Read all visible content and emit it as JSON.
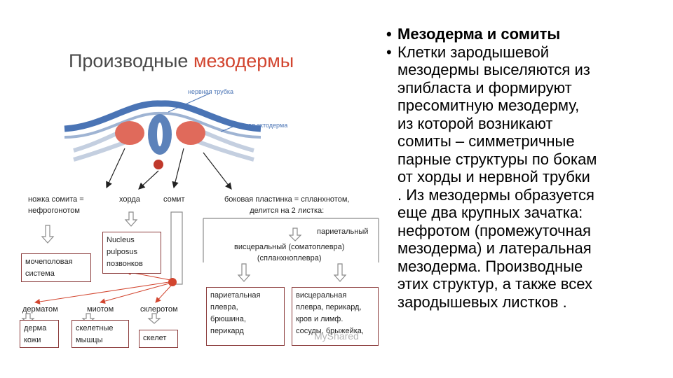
{
  "diagram": {
    "title_part1": "Производные ",
    "title_part2": "мезодермы",
    "label_neural_tube": "нервная трубка",
    "label_ectoderm": "кожная эктодерма",
    "label_somite_stalk_l1": "ножка сомита =",
    "label_somite_stalk_l2": "нефрогонотом",
    "label_notochord": "хорда",
    "label_somite": "сомит",
    "label_lateral_plate_l1": "боковая пластинка = спланхнотом,",
    "label_lateral_plate_l2": "делится на 2 листка:",
    "label_parietal": "париетальный",
    "label_visceral_l1": "висцеральный (соматоплевра)",
    "label_visceral_l2": "(спланхноплевра)",
    "box_genital": [
      "мочеполовая",
      "система"
    ],
    "box_nucleus": [
      "Nucleus",
      "pulposus",
      "позвонков"
    ],
    "label_dermatome": "дерматом",
    "label_myotome": "миотом",
    "label_sclerotome": "склеротом",
    "box_derma": [
      "дерма",
      "кожи"
    ],
    "box_muscle": [
      "скелетные",
      "мышцы"
    ],
    "box_skeleton": [
      "скелет"
    ],
    "box_parietal": [
      "париетальная",
      "плевра,",
      "брюшина,",
      "перикард"
    ],
    "box_visceral": [
      "висцеральная",
      "плевра, перикард,",
      "кров  и лимф.",
      "сосуды,  брыжейка,"
    ],
    "colors": {
      "accent_red": "#d2452f",
      "blue": "#4a74b5",
      "box_border": "#8b3b3b"
    }
  },
  "text": {
    "heading": "Мезодерма и сомиты",
    "body": "Клетки зародышевой мезодермы выселяются из эпибласта и формируют пресомитную мезодерму, из которой возникают сомиты – симметричные парные структуры по бокам от хорды и нервной трубки . Из мезодермы образуется еще два крупных зачатка: нефротом (промежуточная мезодерма) и латеральная мезодерма. Производные этих структур, а также всех зародышевых листков .",
    "body_lines": [
      "Клетки зародышевой",
      "мезодермы выселяются из",
      "эпибласта и формируют",
      "пресомитную мезодерму,",
      "из которой возникают",
      "сомиты – симметричные",
      "парные структуры по бокам",
      "от хорды и нервной трубки",
      ". Из мезодермы образуется",
      "еще два крупных зачатка:",
      "нефротом (промежуточная",
      "мезодерма) и латеральная",
      "мезодерма. Производные",
      "этих структур, а также всех",
      "зародышевых листков ."
    ],
    "bullet": "•"
  },
  "watermark": "MyShared"
}
